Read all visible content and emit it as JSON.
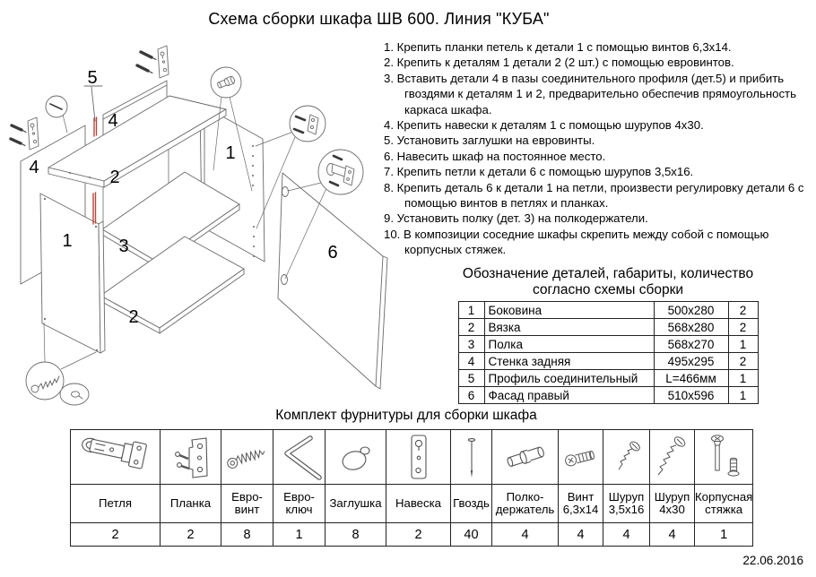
{
  "page": {
    "title": "Схема сборки шкафа ШВ 600. Линия \"КУБА\"",
    "date": "22.06.2016"
  },
  "colors": {
    "profile_accent_red": "#b54a40",
    "line_art": "#6a6a6a",
    "text": "#000000"
  },
  "instructions": [
    "1. Крепить планки петель к детали 1 с помощью винтов 6,3х14.",
    "2. Крепить к деталям 1 детали 2 (2 шт.) с помощью евровинтов.",
    "3. Вставить детали 4 в пазы соединительного профиля (дет.5) и прибить гвоздями к деталям 1 и 2, предварительно обеспечив прямоугольность каркаса шкафа.",
    "4. Крепить навески к деталям 1 с помощью шурупов 4х30.",
    "5. Установить заглушки на евровинты.",
    "6. Навесить шкаф на постоянное место.",
    "7. Крепить петли к детали 6 с помощью шурупов 3,5х16.",
    "8. Крепить деталь 6 к детали 1 на петли, произвести регулировку детали 6 с помощью винтов в петлях и планках.",
    "9. Установить полку (дет. 3) на полкодержатели.",
    "10. В композиции соседние шкафы скрепить между собой с помощью корпусных стяжек."
  ],
  "parts_table": {
    "title_line1": "Обозначение деталей, габариты, количество",
    "title_line2": "согласно схемы сборки",
    "rows": [
      {
        "num": "1",
        "name": "Боковина",
        "size": "500х280",
        "qty": "2"
      },
      {
        "num": "2",
        "name": "Вязка",
        "size": "568х280",
        "qty": "2"
      },
      {
        "num": "3",
        "name": "Полка",
        "size": "568х270",
        "qty": "1"
      },
      {
        "num": "4",
        "name": "Стенка задняя",
        "size": "495х295",
        "qty": "2"
      },
      {
        "num": "5",
        "name": "Профиль соединительный",
        "size": "L=466мм",
        "qty": "1"
      },
      {
        "num": "6",
        "name": "Фасад правый",
        "size": "510х596",
        "qty": "1"
      }
    ]
  },
  "hardware": {
    "title": "Комплект фурнитуры для сборки шкафа",
    "items": [
      {
        "icon": "hinge-icon",
        "label": "Петля",
        "qty": "2"
      },
      {
        "icon": "mounting-plate-icon",
        "label": "Планка",
        "qty": "2"
      },
      {
        "icon": "euro-screw-icon",
        "label": "Евро-\nвинт",
        "qty": "8"
      },
      {
        "icon": "hex-key-icon",
        "label": "Евро-\nключ",
        "qty": "1"
      },
      {
        "icon": "cap-icon",
        "label": "Заглушка",
        "qty": "8"
      },
      {
        "icon": "hanger-plate-icon",
        "label": "Навеска",
        "qty": "2"
      },
      {
        "icon": "nail-icon",
        "label": "Гвоздь",
        "qty": "40"
      },
      {
        "icon": "shelf-support-icon",
        "label": "Полко-\nдержатель",
        "qty": "4"
      },
      {
        "icon": "screw-6x14-icon",
        "label": "Винт\n6,3х14",
        "qty": "4"
      },
      {
        "icon": "screw-35x16-icon",
        "label": "Шуруп\n3,5х16",
        "qty": "4"
      },
      {
        "icon": "screw-4x30-icon",
        "label": "Шуруп\n4х30",
        "qty": "4"
      },
      {
        "icon": "cabinet-bolt-icon",
        "label": "Корпусная\nстяжка",
        "qty": "1"
      }
    ]
  },
  "diagram": {
    "labels": [
      {
        "part": "profile",
        "text": "5"
      },
      {
        "part": "back-panel-left",
        "text": "4"
      },
      {
        "part": "back-panel-right",
        "text": "4"
      },
      {
        "part": "top-panel",
        "text": "2"
      },
      {
        "part": "side-panel-right",
        "text": "1"
      },
      {
        "part": "side-panel-left",
        "text": "1"
      },
      {
        "part": "shelf",
        "text": "3"
      },
      {
        "part": "bottom-panel",
        "text": "2"
      },
      {
        "part": "door",
        "text": "6"
      }
    ]
  }
}
